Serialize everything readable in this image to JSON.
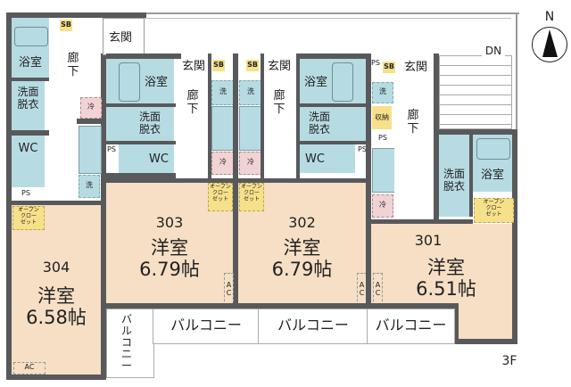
{
  "floor_label": "3F",
  "compass": {
    "label": "N",
    "icon": "north-arrow-icon"
  },
  "stairs": {
    "label": "DN"
  },
  "common": {
    "entrance": "玄関",
    "corridor": "廊下",
    "balcony": "バルコニー"
  },
  "units": [
    {
      "number": "304",
      "room_type": "洋室",
      "size": "6.58帖",
      "entrance": "玄関",
      "corridor": "廊下",
      "bath": "浴室",
      "washroom": "洗面\n脱衣",
      "toilet": "WC",
      "ps": "PS",
      "sb": "SB",
      "closet": "オープン\nクロー\nゼット",
      "fridge": "冷",
      "washer": "洗",
      "ac": "AC",
      "balcony": "バルコニー"
    },
    {
      "number": "303",
      "room_type": "洋室",
      "size": "6.79帖",
      "entrance": "玄関",
      "corridor": "廊下",
      "bath": "浴室",
      "washroom": "洗面\n脱衣",
      "toilet": "WC",
      "ps": "PS",
      "sb": "SB",
      "closet": "オープン\nクロー\nゼット",
      "fridge": "冷",
      "washer": "洗",
      "ac": "AC",
      "balcony": "バルコニー"
    },
    {
      "number": "302",
      "room_type": "洋室",
      "size": "6.79帖",
      "entrance": "玄関",
      "corridor": "廊下",
      "bath": "浴室",
      "washroom": "洗面\n脱衣",
      "toilet": "WC",
      "ps": "PS",
      "sb": "SB",
      "closet": "オープン\nクロー\nゼット",
      "fridge": "冷",
      "washer": "洗",
      "ac": "AC",
      "balcony": "バルコニー"
    },
    {
      "number": "301",
      "room_type": "洋室",
      "size": "6.51帖",
      "entrance": "玄関",
      "corridor": "廊下",
      "bath": "浴室",
      "washroom": "洗面\n脱衣",
      "storage": "収納",
      "ps": "PS",
      "sb": "SB",
      "closet": "オープン\nクロー\nゼット",
      "fridge": "冷",
      "washer": "洗",
      "ac": "AC",
      "balcony": "バルコニー"
    }
  ]
}
